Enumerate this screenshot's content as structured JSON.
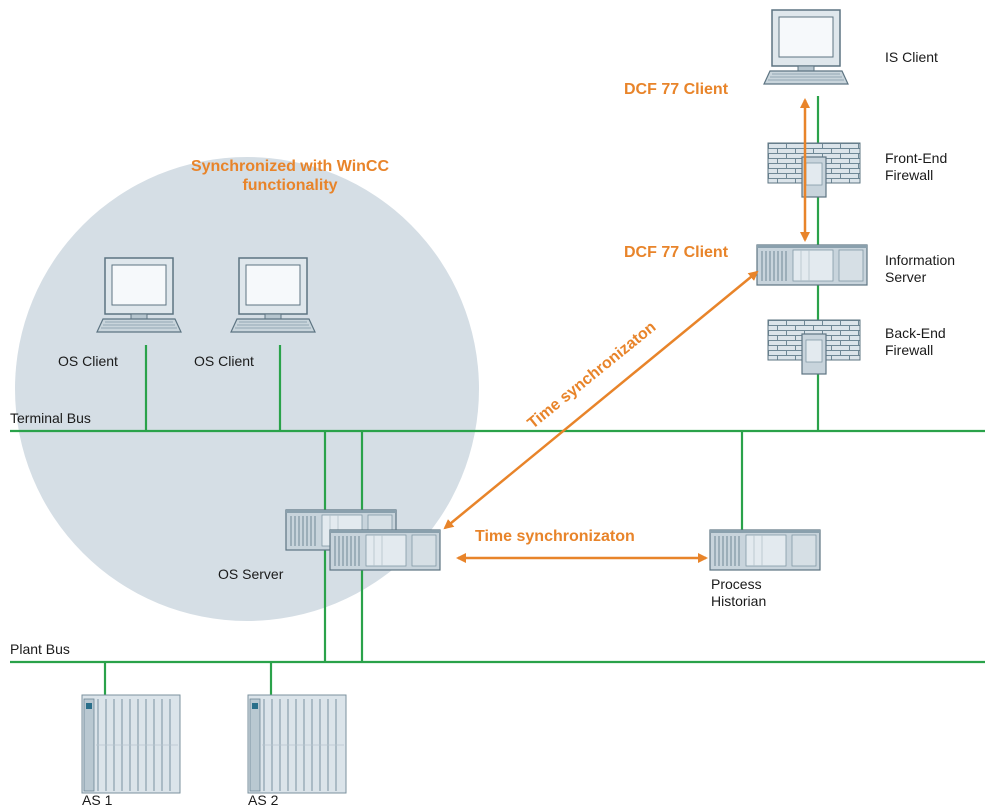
{
  "buses": {
    "terminal_bus": "Terminal Bus",
    "plant_bus": "Plant Bus"
  },
  "zone": {
    "title_line1": "Synchronized with WinCC",
    "title_line2": "functionality"
  },
  "nodes": {
    "os_client_1": "OS Client",
    "os_client_2": "OS Client",
    "os_server": "OS Server",
    "process_historian_line1": "Process",
    "process_historian_line2": "Historian",
    "is_client": "IS Client",
    "front_end_firewall_line1": "Front-End",
    "front_end_firewall_line2": "Firewall",
    "information_server_line1": "Information",
    "information_server_line2": "Server",
    "back_end_firewall_line1": "Back-End",
    "back_end_firewall_line2": "Firewall",
    "as1": "AS 1",
    "as2": "AS 2"
  },
  "sync": {
    "dcf_client_top": "DCF 77 Client",
    "dcf_client_mid": "DCF 77 Client",
    "time_sync_diagonal": "Time synchronizaton",
    "time_sync_horizontal": "Time synchronizaton"
  },
  "colors": {
    "network_line": "#2aa24a",
    "sync_arrow": "#e8842a",
    "zone_fill": "#d5dee5",
    "device_body": "#c8d4dc"
  }
}
